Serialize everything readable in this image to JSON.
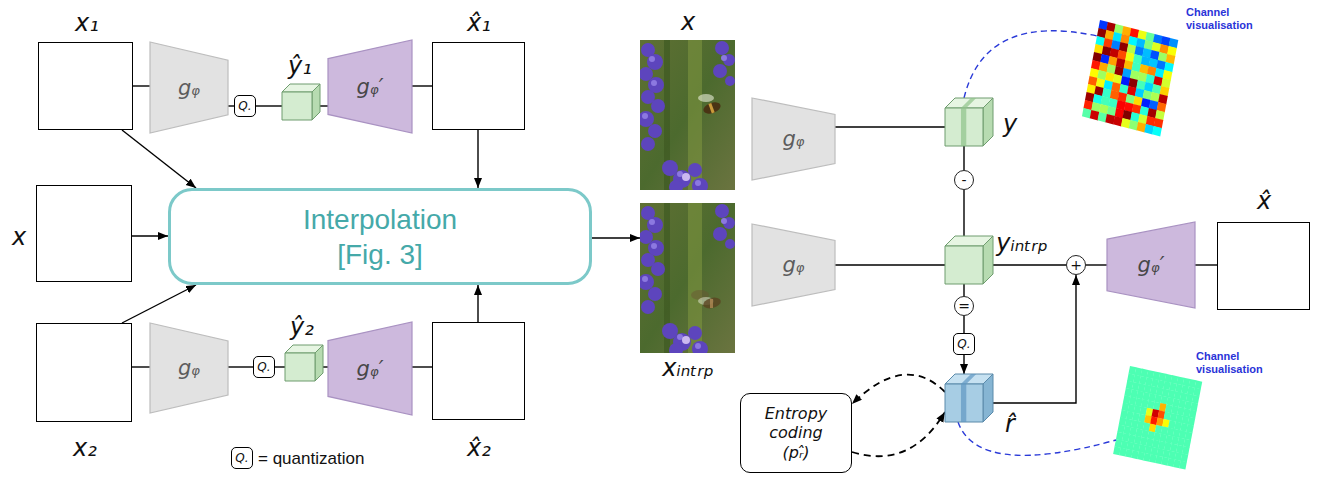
{
  "diagram": {
    "nodes": [
      {
        "text": [
          "x₁"
        ]
      },
      {
        "text": [
          "gᵩ"
        ]
      },
      {
        "text": [
          "Q."
        ]
      },
      {
        "text": [
          "ŷ₁"
        ]
      },
      {
        "text": [
          "gᵩ′"
        ]
      },
      {
        "text": [
          "x̂₁"
        ]
      },
      {
        "text": [
          "x"
        ]
      },
      {
        "text": [
          "Interpolation [Fig. 3]"
        ]
      },
      {
        "text": [
          "x₂"
        ]
      },
      {
        "text": [
          "gᵩ"
        ]
      },
      {
        "text": [
          "Q."
        ]
      },
      {
        "text": [
          "ŷ₂"
        ]
      },
      {
        "text": [
          "gᵩ′"
        ]
      },
      {
        "text": [
          "x̂₂"
        ]
      },
      {
        "text": [
          "x"
        ]
      },
      {
        "text": [
          "xᵢₙₜᵣₚ"
        ]
      },
      {
        "text": [
          "gᵩ"
        ]
      },
      {
        "text": [
          "y"
        ]
      },
      {
        "text": [
          "-"
        ]
      },
      {
        "text": [
          "gᵩ"
        ]
      },
      {
        "text": [
          "yᵢₙₜᵣₚ"
        ]
      },
      {
        "text": [
          "+"
        ]
      },
      {
        "text": [
          "gᵩ′"
        ]
      },
      {
        "text": [
          "x̂"
        ]
      },
      {
        "text": [
          "="
        ]
      },
      {
        "text": [
          "Q."
        ]
      },
      {
        "text": [
          "r̂"
        ]
      },
      {
        "text": [
          "Entropy coding",
          "(pᵣ̂)"
        ]
      },
      {
        "text": [
          "Q."
        ]
      }
    ],
    "edges": [
      {
        "from": 0,
        "to": 1,
        "arrow": "none"
      },
      {
        "from": 1,
        "to": 2,
        "arrow": "none"
      },
      {
        "from": 2,
        "to": 3,
        "arrow": "none"
      },
      {
        "from": 3,
        "to": 4,
        "arrow": "none"
      },
      {
        "from": 4,
        "to": 5,
        "arrow": "none"
      },
      {
        "from": 0,
        "to": 7,
        "arrow": "to"
      },
      {
        "from": 6,
        "to": 7,
        "arrow": "to"
      },
      {
        "from": 8,
        "to": 7,
        "arrow": "to"
      },
      {
        "from": 5,
        "to": 7,
        "arrow": "to"
      },
      {
        "from": 13,
        "to": 7,
        "arrow": "to"
      },
      {
        "from": 8,
        "to": 9,
        "arrow": "none"
      },
      {
        "from": 9,
        "to": 10,
        "arrow": "none"
      },
      {
        "from": 10,
        "to": 11,
        "arrow": "none"
      },
      {
        "from": 11,
        "to": 12,
        "arrow": "none"
      },
      {
        "from": 12,
        "to": 13,
        "arrow": "none"
      },
      {
        "from": 7,
        "to": 15,
        "arrow": "to"
      },
      {
        "from": 16,
        "to": 17,
        "arrow": "none"
      },
      {
        "from": 17,
        "to": 18,
        "arrow": "none"
      },
      {
        "from": 18,
        "to": 20,
        "arrow": "none"
      },
      {
        "from": 19,
        "to": 20,
        "arrow": "none"
      },
      {
        "from": 20,
        "to": 24,
        "arrow": "none"
      },
      {
        "from": 24,
        "to": 25,
        "arrow": "none"
      },
      {
        "from": 25,
        "to": 26,
        "arrow": "to"
      },
      {
        "from": 20,
        "to": 21,
        "arrow": "none"
      },
      {
        "from": 26,
        "to": 21,
        "arrow": "to"
      },
      {
        "from": 21,
        "to": 22,
        "arrow": "none"
      },
      {
        "from": 22,
        "to": 23,
        "arrow": "none"
      },
      {
        "from": 26,
        "to": 27,
        "arrow": "to"
      },
      {
        "from": 27,
        "to": 26,
        "arrow": "to"
      }
    ],
    "labels": [
      "Channel visualisation",
      "Channel visualisation",
      "= quantization"
    ]
  }
}
